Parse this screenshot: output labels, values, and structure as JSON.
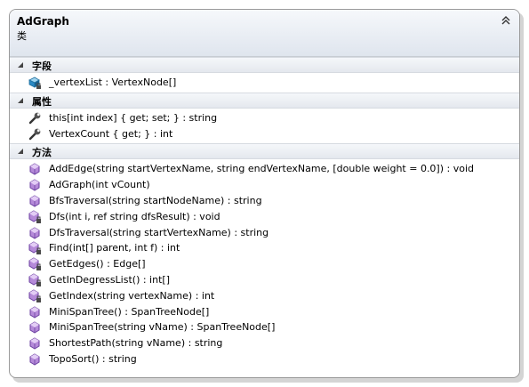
{
  "class_box": {
    "name": "AdGraph",
    "kind": "类"
  },
  "sections": {
    "fields": {
      "title": "字段",
      "items": [
        {
          "text": "_vertexList : VertexNode[]",
          "icon": "private-field-icon"
        }
      ]
    },
    "properties": {
      "title": "属性",
      "items": [
        {
          "text": "this[int index] { get; set; } : string",
          "icon": "property-icon"
        },
        {
          "text": "VertexCount { get; } : int",
          "icon": "property-icon"
        }
      ]
    },
    "methods": {
      "title": "方法",
      "items": [
        {
          "text": "AddEdge(string startVertexName, string endVertexName, [double weight = 0.0]) : void",
          "icon": "method-icon"
        },
        {
          "text": "AdGraph(int vCount)",
          "icon": "method-icon"
        },
        {
          "text": "BfsTraversal(string startNodeName) : string",
          "icon": "method-icon"
        },
        {
          "text": "Dfs(int i, ref string dfsResult) : void",
          "icon": "private-method-icon"
        },
        {
          "text": "DfsTraversal(string startVertexName) : string",
          "icon": "method-icon"
        },
        {
          "text": "Find(int[] parent, int f) : int",
          "icon": "private-method-icon"
        },
        {
          "text": "GetEdges() : Edge[]",
          "icon": "private-method-icon"
        },
        {
          "text": "GetInDegressList() : int[]",
          "icon": "private-method-icon"
        },
        {
          "text": "GetIndex(string vertexName) : int",
          "icon": "private-method-icon"
        },
        {
          "text": "MiniSpanTree() : SpanTreeNode[]",
          "icon": "method-icon"
        },
        {
          "text": "MiniSpanTree(string vName) : SpanTreeNode[]",
          "icon": "method-icon"
        },
        {
          "text": "ShortestPath(string vName) : string",
          "icon": "method-icon"
        },
        {
          "text": "TopoSort() : string",
          "icon": "method-icon"
        }
      ]
    }
  }
}
